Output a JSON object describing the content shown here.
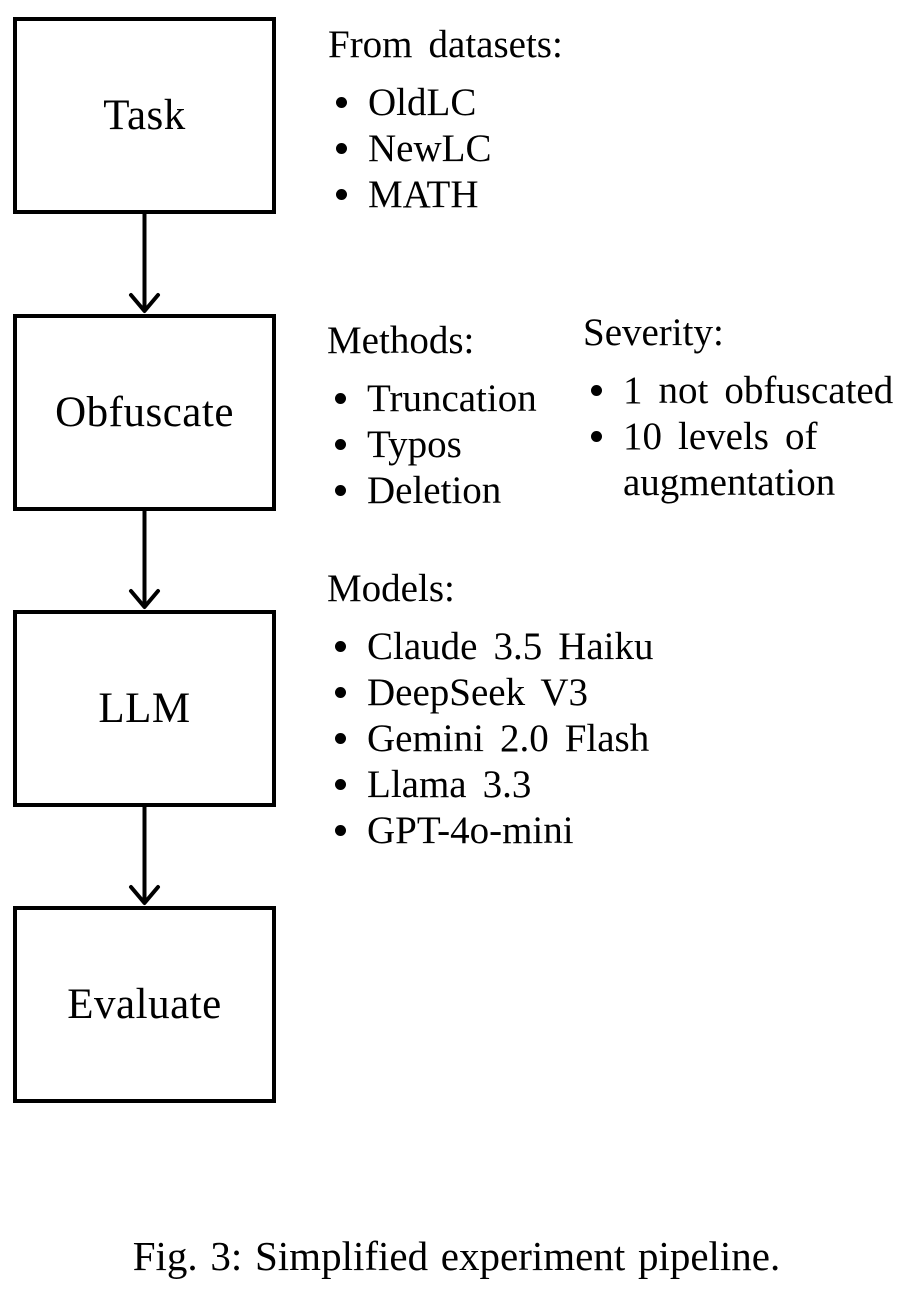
{
  "figure": {
    "caption": "Fig. 3: Simplified experiment pipeline."
  },
  "pipeline": {
    "boxes": [
      {
        "label": "Task"
      },
      {
        "label": "Obfuscate"
      },
      {
        "label": "LLM"
      },
      {
        "label": "Evaluate"
      }
    ]
  },
  "annotations": {
    "datasets": {
      "heading": "From datasets:",
      "items": [
        "OldLC",
        "NewLC",
        "MATH"
      ]
    },
    "methods": {
      "heading": "Methods:",
      "items": [
        "Truncation",
        "Typos",
        "Deletion"
      ]
    },
    "severity": {
      "heading": "Severity:",
      "items": [
        "1 not obfuscated",
        "10 levels of augmentation"
      ]
    },
    "models": {
      "heading": "Models:",
      "items": [
        "Claude 3.5 Haiku",
        "DeepSeek V3",
        "Gemini 2.0 Flash",
        "Llama 3.3",
        "GPT-4o-mini"
      ]
    }
  },
  "icons": {
    "bullet": "filled-circle",
    "arrow": "down-arrow"
  },
  "colors": {
    "ink": "#000000",
    "background": "#ffffff"
  }
}
